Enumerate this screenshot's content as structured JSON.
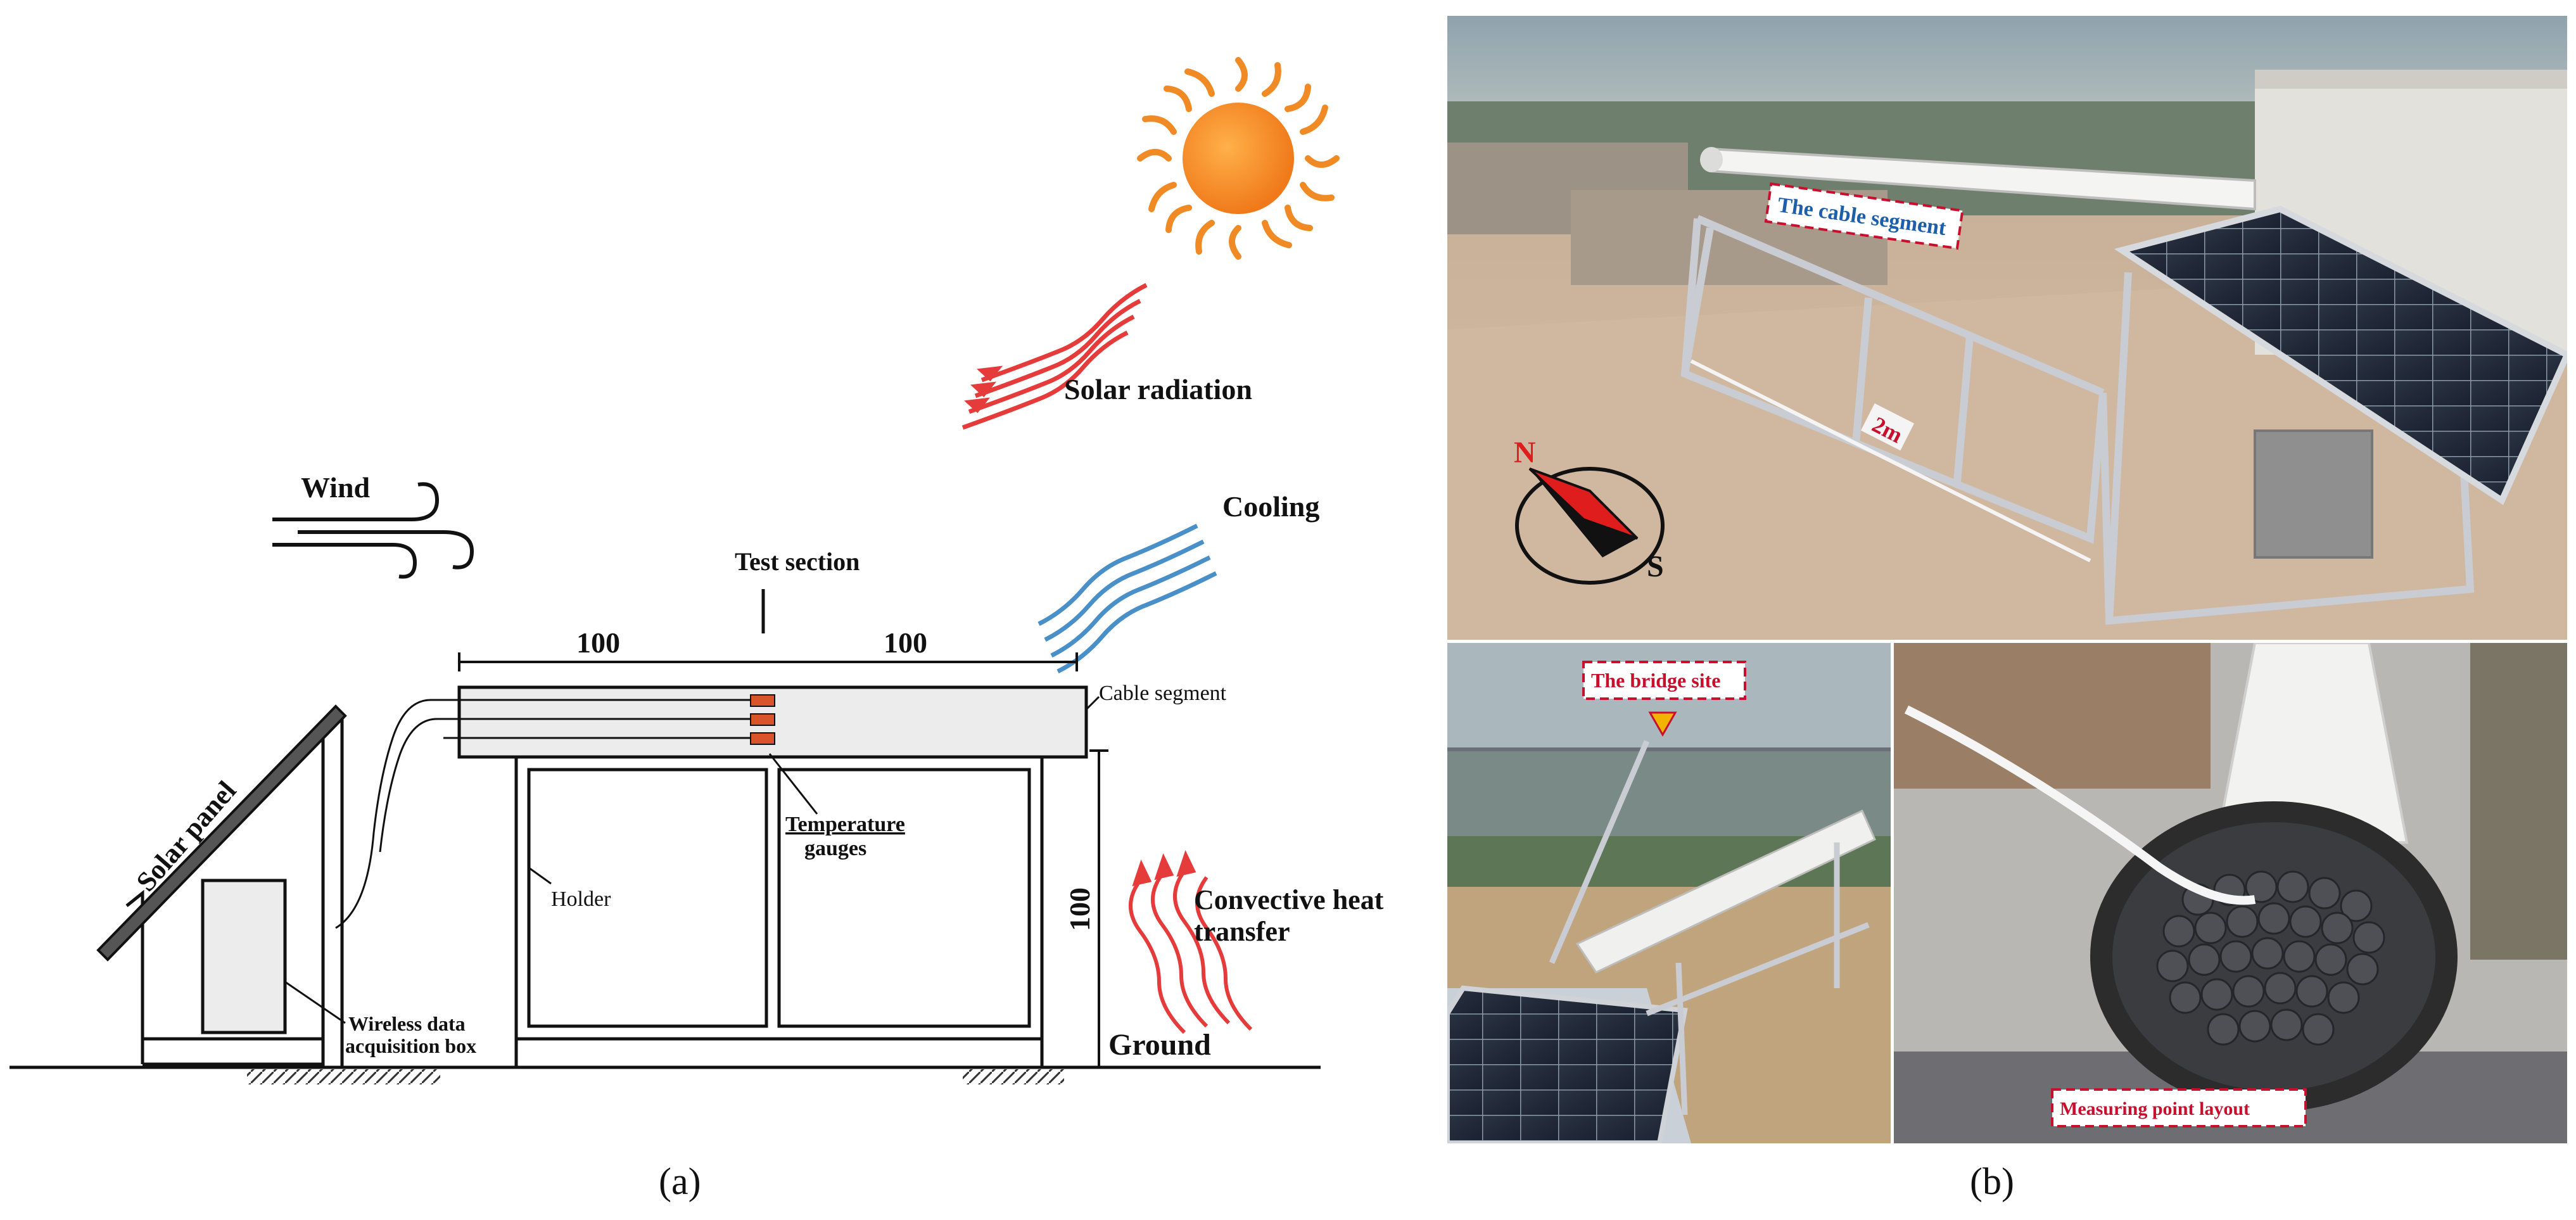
{
  "panel_a": {
    "caption": "(a)",
    "labels": {
      "solar_radiation": "Solar radiation",
      "wind": "Wind",
      "cooling": "Cooling",
      "test_section": "Test section",
      "dim_left": "100",
      "dim_right": "100",
      "dim_height": "100",
      "cable_segment": "Cable segment",
      "solar_panel": "Solar panel",
      "temperature_gauges_line1": "Temperature",
      "temperature_gauges_line2": "gauges",
      "holder": "Holder",
      "wireless_line1": "Wireless data",
      "wireless_line2": "acquisition box",
      "convective_line1": "Convective heat",
      "convective_line2": "transfer",
      "ground": "Ground"
    },
    "colors": {
      "sun": "#f08a24",
      "radiation": "#e53b3b",
      "cooling": "#4a90c8",
      "gauge": "#d9532b",
      "cable_fill": "#ececec"
    }
  },
  "panel_b": {
    "caption": "(b)",
    "labels": {
      "cable_segment": "The cable segment",
      "distance": "2m",
      "bridge_site": "The bridge site",
      "measuring_point": "Measuring point layout"
    },
    "compass": {
      "north": "N",
      "south": "S"
    },
    "colors": {
      "label_text_blue": "#1d5fa8",
      "label_text_red": "#c8102e",
      "label_border": "#c8102e"
    }
  }
}
